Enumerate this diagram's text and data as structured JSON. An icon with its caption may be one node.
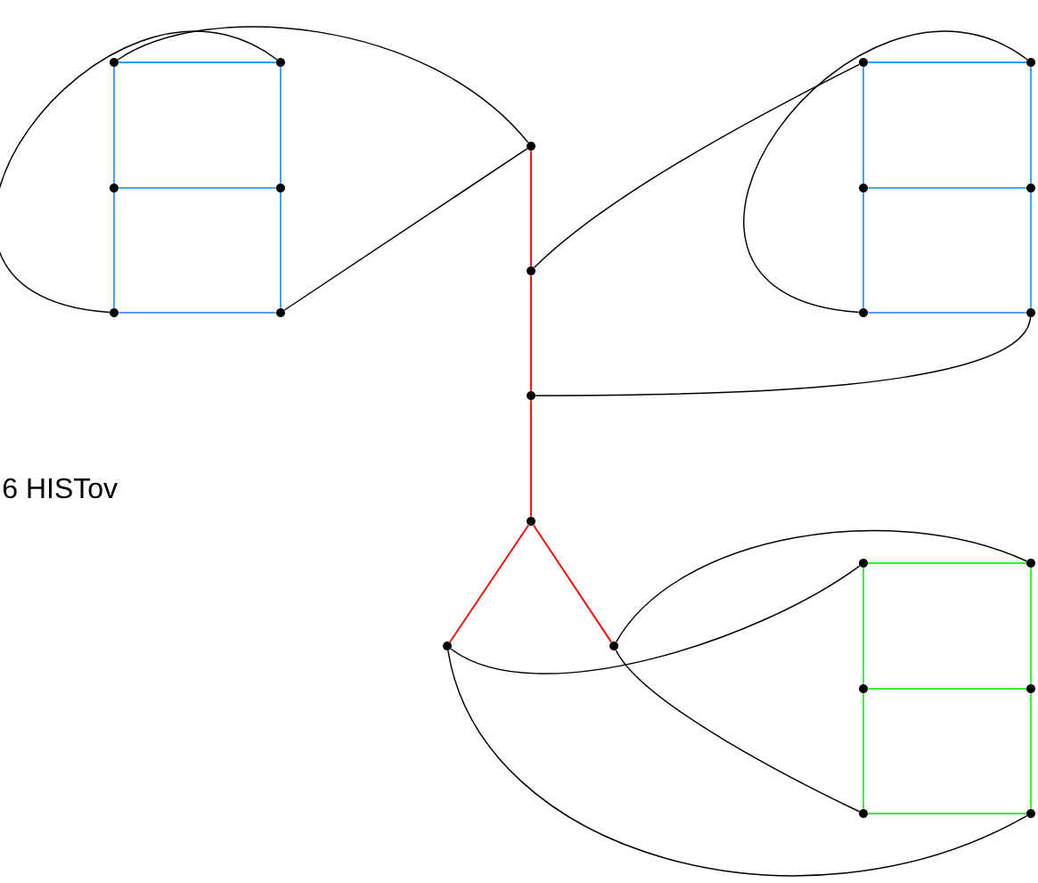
{
  "diagram": {
    "nodes": [
      {
        "text": [],
        "shape": "circle"
      },
      {
        "text": [],
        "shape": "circle"
      },
      {
        "text": [],
        "shape": "circle"
      },
      {
        "text": [],
        "shape": "circle"
      },
      {
        "text": [],
        "shape": "circle"
      },
      {
        "text": [],
        "shape": "circle"
      },
      {
        "text": [],
        "shape": "circle"
      },
      {
        "text": [],
        "shape": "circle"
      },
      {
        "text": [],
        "shape": "circle"
      },
      {
        "text": [],
        "shape": "circle"
      },
      {
        "text": [],
        "shape": "circle"
      },
      {
        "text": [],
        "shape": "circle"
      },
      {
        "text": [],
        "shape": "circle"
      },
      {
        "text": [],
        "shape": "circle"
      },
      {
        "text": [],
        "shape": "circle"
      },
      {
        "text": [],
        "shape": "circle"
      },
      {
        "text": [],
        "shape": "circle"
      },
      {
        "text": [],
        "shape": "circle"
      },
      {
        "text": [],
        "shape": "circle"
      },
      {
        "text": [],
        "shape": "circle"
      },
      {
        "text": [],
        "shape": "circle"
      },
      {
        "text": [],
        "shape": "circle"
      },
      {
        "text": [],
        "shape": "circle"
      },
      {
        "text": [],
        "shape": "circle"
      }
    ],
    "edges": [
      {
        "from": 0,
        "to": 1,
        "arrow": "none",
        "color": "#3399ff"
      },
      {
        "from": 0,
        "to": 2,
        "arrow": "none",
        "color": "#3399ff"
      },
      {
        "from": 1,
        "to": 3,
        "arrow": "none",
        "color": "#3399ff"
      },
      {
        "from": 2,
        "to": 3,
        "arrow": "none",
        "color": "#3399ff"
      },
      {
        "from": 2,
        "to": 4,
        "arrow": "none",
        "color": "#3399ff"
      },
      {
        "from": 3,
        "to": 5,
        "arrow": "none",
        "color": "#3399ff"
      },
      {
        "from": 4,
        "to": 5,
        "arrow": "none",
        "color": "#3399ff"
      },
      {
        "from": 0,
        "to": 6,
        "arrow": "none",
        "color": "#000000"
      },
      {
        "from": 1,
        "to": 4,
        "arrow": "none",
        "color": "#000000"
      },
      {
        "from": 5,
        "to": 6,
        "arrow": "none",
        "color": "#000000"
      },
      {
        "from": 6,
        "to": 7,
        "arrow": "none",
        "color": "#ff0000"
      },
      {
        "from": 7,
        "to": 8,
        "arrow": "none",
        "color": "#ff0000"
      },
      {
        "from": 8,
        "to": 9,
        "arrow": "none",
        "color": "#ff0000"
      },
      {
        "from": 9,
        "to": 10,
        "arrow": "none",
        "color": "#ff0000"
      },
      {
        "from": 9,
        "to": 11,
        "arrow": "none",
        "color": "#ff0000"
      },
      {
        "from": 12,
        "to": 13,
        "arrow": "none",
        "color": "#3399ff"
      },
      {
        "from": 12,
        "to": 14,
        "arrow": "none",
        "color": "#3399ff"
      },
      {
        "from": 13,
        "to": 15,
        "arrow": "none",
        "color": "#3399ff"
      },
      {
        "from": 14,
        "to": 15,
        "arrow": "none",
        "color": "#3399ff"
      },
      {
        "from": 14,
        "to": 16,
        "arrow": "none",
        "color": "#3399ff"
      },
      {
        "from": 15,
        "to": 17,
        "arrow": "none",
        "color": "#3399ff"
      },
      {
        "from": 16,
        "to": 17,
        "arrow": "none",
        "color": "#3399ff"
      },
      {
        "from": 7,
        "to": 12,
        "arrow": "none",
        "color": "#000000"
      },
      {
        "from": 13,
        "to": 16,
        "arrow": "none",
        "color": "#000000"
      },
      {
        "from": 17,
        "to": 8,
        "arrow": "none",
        "color": "#000000"
      },
      {
        "from": 18,
        "to": 19,
        "arrow": "none",
        "color": "#33ee33"
      },
      {
        "from": 18,
        "to": 20,
        "arrow": "none",
        "color": "#33ee33"
      },
      {
        "from": 19,
        "to": 21,
        "arrow": "none",
        "color": "#33ee33"
      },
      {
        "from": 20,
        "to": 21,
        "arrow": "none",
        "color": "#33ee33"
      },
      {
        "from": 20,
        "to": 22,
        "arrow": "none",
        "color": "#33ee33"
      },
      {
        "from": 21,
        "to": 23,
        "arrow": "none",
        "color": "#33ee33"
      },
      {
        "from": 22,
        "to": 23,
        "arrow": "none",
        "color": "#33ee33"
      },
      {
        "from": 10,
        "to": 18,
        "arrow": "none",
        "color": "#000000"
      },
      {
        "from": 10,
        "to": 23,
        "arrow": "none",
        "color": "#000000"
      },
      {
        "from": 11,
        "to": 19,
        "arrow": "none",
        "color": "#000000"
      },
      {
        "from": 11,
        "to": 22,
        "arrow": "none",
        "color": "#000000"
      }
    ],
    "labels": [
      "6 HISTov"
    ]
  }
}
